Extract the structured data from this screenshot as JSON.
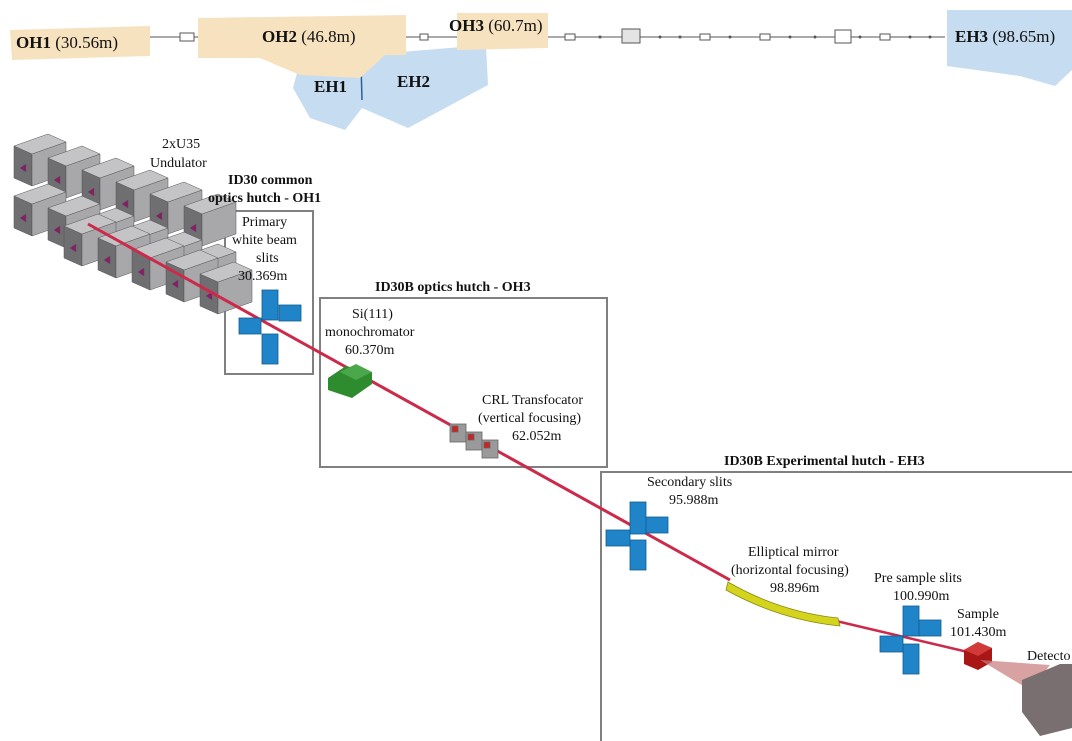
{
  "colors": {
    "optics_hutch": "#f6e2bf",
    "experimental_hutch": "#c6dcf0",
    "beam": "#cc2a4a",
    "slits": "#1f84c8",
    "monochromator": "#2e8b2e",
    "mirror": "#d4d41e",
    "sample": "#a81616",
    "detector": "#7a6f70",
    "undulator": "#a8a8ab",
    "box_border": "#808080"
  },
  "overview": {
    "oh1": {
      "name": "OH1",
      "distance": "(30.56m)"
    },
    "oh2": {
      "name": "OH2",
      "distance": "(46.8m)"
    },
    "oh3": {
      "name": "OH3",
      "distance": "(60.7m)"
    },
    "eh1": {
      "name": "EH1"
    },
    "eh2": {
      "name": "EH2"
    },
    "eh3": {
      "name": "EH3",
      "distance": "(98.65m)"
    }
  },
  "source": {
    "line1": "2xU35",
    "line2": "Undulator"
  },
  "hutches": {
    "oh1": {
      "line1": "ID30 common",
      "line2": "optics hutch - OH1"
    },
    "oh3": {
      "title": "ID30B optics hutch - OH3"
    },
    "eh3": {
      "title": "ID30B Experimental hutch - EH3"
    }
  },
  "components": {
    "primary_slits": {
      "line1": "Primary",
      "line2": "white beam",
      "line3": "slits",
      "distance": "30.369m"
    },
    "monochromator": {
      "line1": "Si(111)",
      "line2": "monochromator",
      "distance": "60.370m"
    },
    "transfocator": {
      "line1": "CRL Transfocator",
      "line2": "(vertical focusing)",
      "distance": "62.052m"
    },
    "secondary_slits": {
      "line1": "Secondary slits",
      "distance": "95.988m"
    },
    "mirror": {
      "line1": "Elliptical mirror",
      "line2": "(horizontal focusing)",
      "distance": "98.896m"
    },
    "pre_sample_slits": {
      "line1": "Pre sample slits",
      "distance": "100.990m"
    },
    "sample": {
      "line1": "Sample",
      "distance": "101.430m"
    },
    "detector": {
      "line1": "Detecto"
    }
  }
}
